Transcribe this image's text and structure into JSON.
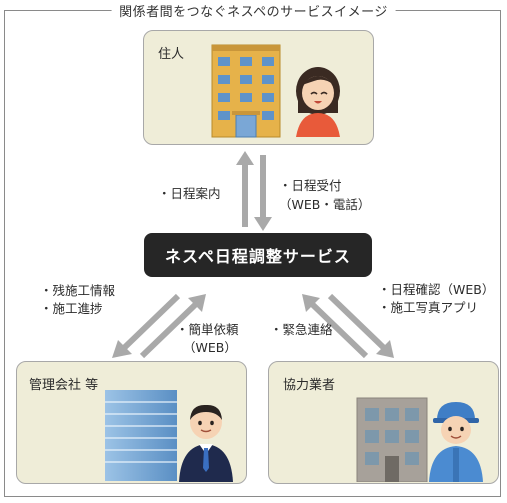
{
  "frame_title": "関係者間をつなぐネスペのサービスイメージ",
  "resident_label": "住人",
  "service_label": "ネスペ日程調整サービス",
  "management_label": "管理会社 等",
  "partner_label": "協力業者",
  "notes": {
    "schedule_guide": "・日程案内",
    "schedule_accept_1": "・日程受付",
    "schedule_accept_2": "（WEB・電話）",
    "remaining_work": "・残施工情報",
    "progress": "・施工進捗",
    "simple_request_1": "・簡単依頼",
    "simple_request_2": "（WEB）",
    "urgent_contact": "・緊急連絡",
    "schedule_confirm": "・日程確認（WEB）",
    "photo_app": "・施工写真アプリ"
  },
  "colors": {
    "box_fill": "#efedd8",
    "service_fill": "#262626",
    "arrow": "#a9a9a9"
  },
  "icons": [
    "apartment-building-icon",
    "woman-icon",
    "office-tower-icon",
    "businessman-icon",
    "building-icon",
    "worker-icon"
  ]
}
